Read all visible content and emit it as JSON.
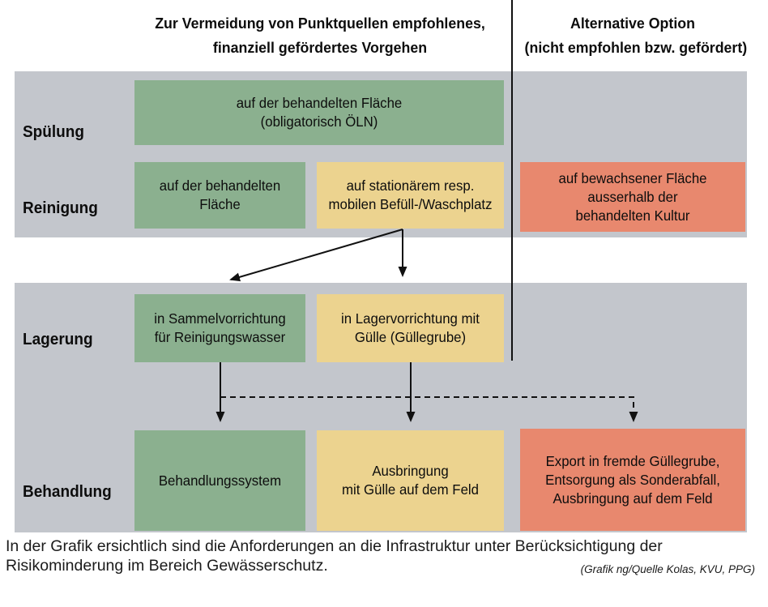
{
  "headers": {
    "recommended_line1": "Zur Vermeidung von Punktquellen empfohlenes,",
    "recommended_line2": "finanziell gefördertes Vorgehen",
    "alternative_line1": "Alternative Option",
    "alternative_line2": "(nicht empfohlen bzw. gefördert)"
  },
  "row_labels": {
    "spuelung": "Spülung",
    "reinigung": "Reinigung",
    "lagerung": "Lagerung",
    "behandlung": "Behandlung"
  },
  "boxes": {
    "spuelung_area": "auf der behandelten Fläche\n(obligatorisch ÖLN)",
    "reinigung_area": "auf der behandelten\nFläche",
    "reinigung_platz": "auf stationärem resp.\nmobilen Befüll-/Waschplatz",
    "reinigung_alternative": "auf bewachsener Fläche\nausserhalb der\nbehandelten Kultur",
    "lagerung_sammel": "in Sammelvorrichtung\nfür Reinigungswasser",
    "lagerung_guelle": "in Lagervorrichtung mit\nGülle (Güllegrube)",
    "behandlung_system": "Behandlungssystem",
    "behandlung_ausbringung": "Ausbringung\nmit Gülle auf dem Feld",
    "behandlung_alternative": "Export in fremde Güllegrube,\nEntsorgung als Sonderabfall,\nAusbringung auf dem Feld"
  },
  "caption": {
    "text": "In der Grafik ersichtlich sind die Anforderungen an die Infrastruktur unter Berücksichtigung der Risikominderung im Bereich Gewässerschutz.",
    "credit": "(Grafik ng/Quelle Kolas, KVU, PPG)"
  },
  "colors": {
    "green": "#8bb08f",
    "yellow": "#ecd38f",
    "red": "#e8886e",
    "band_gray": "#c3c6cc",
    "line_black": "#111111"
  }
}
